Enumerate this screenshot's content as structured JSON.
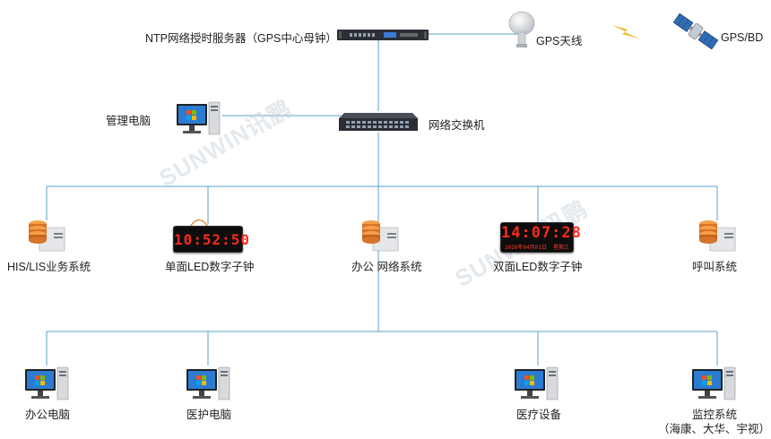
{
  "nodes": {
    "ntp_server": "NTP网络授时服务器（GPS中心母钟）",
    "gps_antenna": "GPS天线",
    "gps_bd": "GPS/BD",
    "admin_pc": "管理电脑",
    "switch": "网络交换机",
    "his_lis": "HIS/LIS业务系统",
    "single_led": "单面LED数字子钟",
    "office_network": "办公  网络系统",
    "double_led": "双面LED数字子钟",
    "call_system": "呼叫系统",
    "office_pc": "办公电脑",
    "medical_pc": "医护电脑",
    "medical_equipment": "医疗设备",
    "monitoring_system": "监控系统",
    "monitoring_brands": "（海康、大华、宇视）"
  },
  "clocks": {
    "single_time": "10:52:50",
    "double_time": "14:07:28",
    "double_date": "2020年04月01日",
    "double_weekday": "星期三"
  },
  "watermark": "SUNWIN讯鹏",
  "colors": {
    "line": "#5aa0c8",
    "led_red": "#ff2a1a"
  },
  "icons": {
    "server_stack": "server-stack-icon",
    "desktop_pc": "desktop-pc-icon",
    "satellite": "satellite-icon",
    "signal": "lightning-signal-icon",
    "antenna": "gps-antenna-icon",
    "rack_server": "rack-server-icon",
    "switch": "network-switch-icon"
  }
}
